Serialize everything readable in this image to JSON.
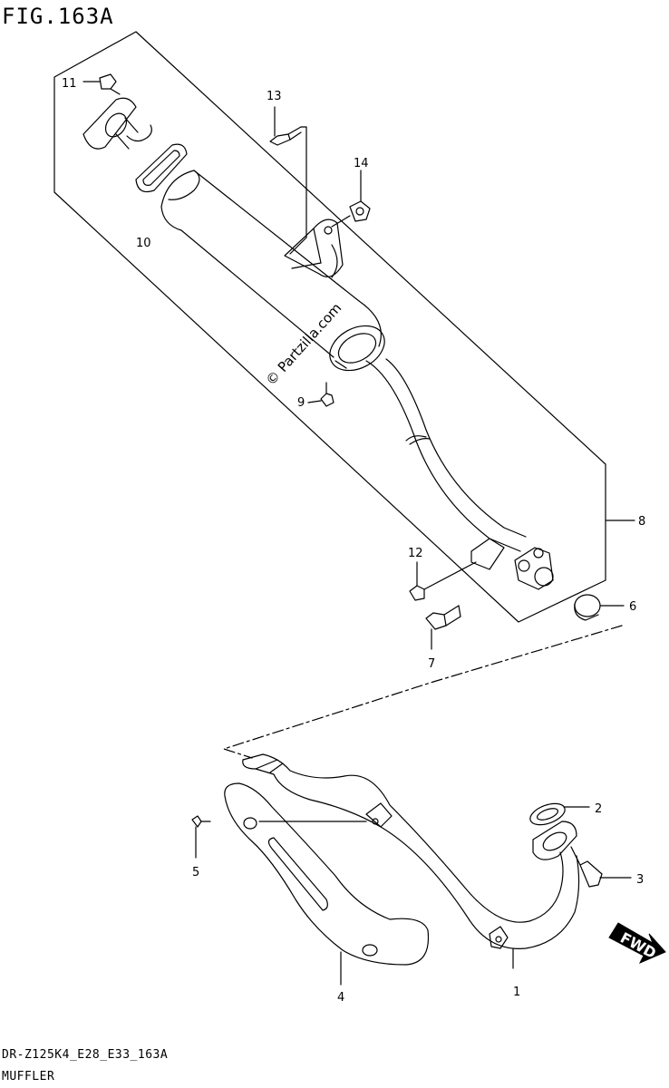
{
  "figure": {
    "title": "FIG.163A",
    "model_code": "DR-Z125K4_E28_E33_163A",
    "section_name": "MUFFLER"
  },
  "watermark": "© Partzilla.com",
  "fwd_label": "FWD",
  "callouts": {
    "c1": "1",
    "c2": "2",
    "c3": "3",
    "c4": "4",
    "c5": "5",
    "c6": "6",
    "c7": "7",
    "c8": "8",
    "c9": "9",
    "c10": "10",
    "c11": "11",
    "c12": "12",
    "c13": "13",
    "c14": "14"
  }
}
